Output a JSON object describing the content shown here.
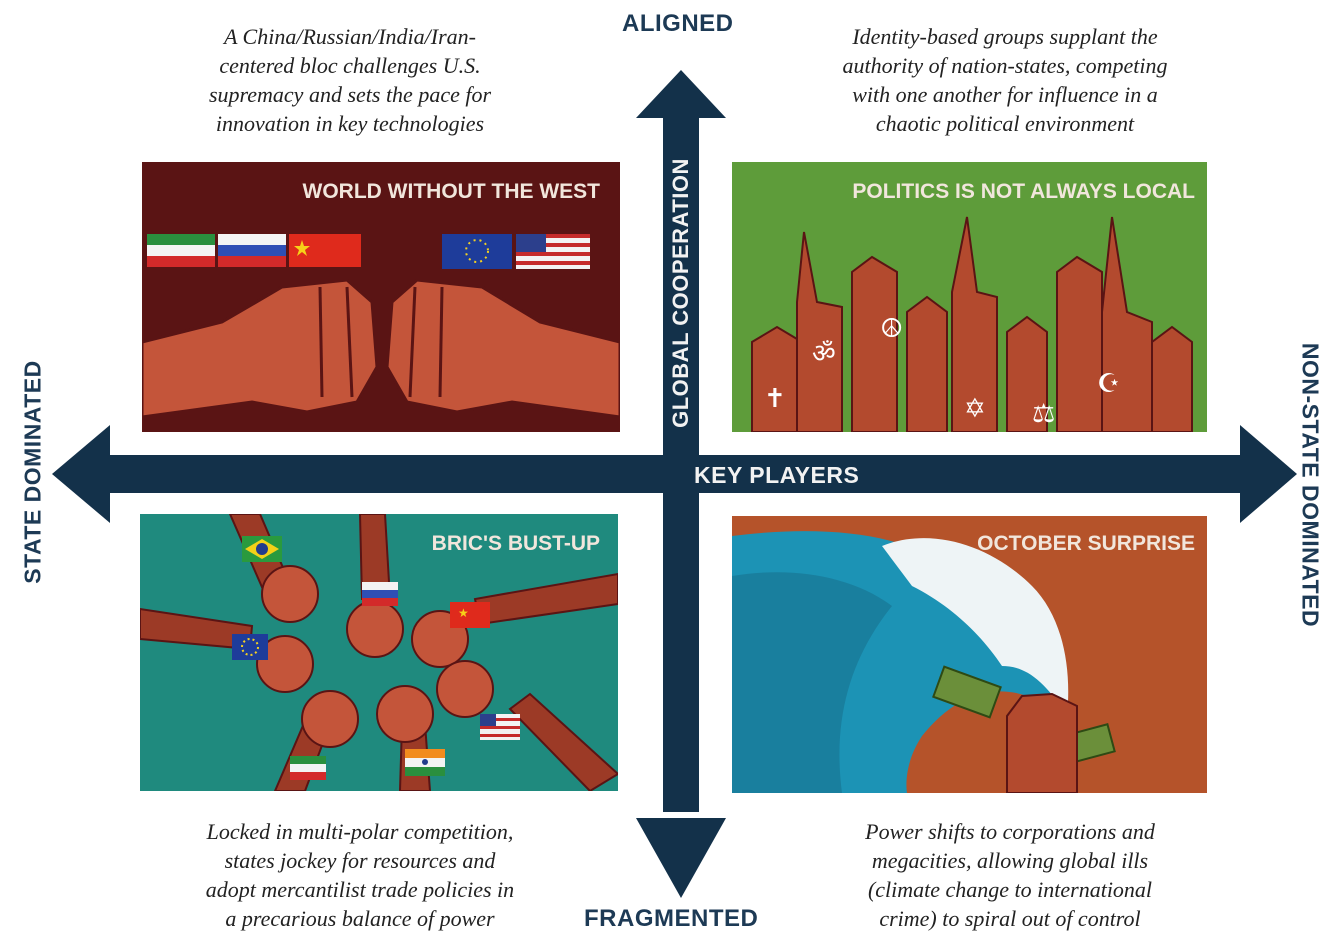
{
  "axes": {
    "top": "ALIGNED",
    "bottom": "FRAGMENTED",
    "left": "STATE DOMINATED",
    "right": "NON-STATE DOMINATED",
    "vertical_axis_label": "GLOBAL COOPERATION",
    "horizontal_axis_label": "KEY PLAYERS"
  },
  "quadrants": {
    "top_left": {
      "title": "WORLD WITHOUT THE WEST",
      "caption": "A China/Russian/India/Iran-\ncentered bloc challenges U.S.\nsupremacy and sets the pace for\ninnovation in key technologies",
      "bg": "#5a1414"
    },
    "top_right": {
      "title": "POLITICS IS NOT ALWAYS LOCAL",
      "caption": "Identity-based groups supplant the\nauthority of nation-states, competing\nwith one another for influence in a\nchaotic political environment",
      "bg": "#5e9c3a"
    },
    "bottom_left": {
      "title": "BRIC'S BUST-UP",
      "caption": "Locked in multi-polar competition,\nstates jockey for resources and\nadopt mercantilist trade policies in\na precarious balance of power",
      "bg": "#1f8a7e"
    },
    "bottom_right": {
      "title": "OCTOBER SURPRISE",
      "caption": "Power shifts to corporations and\nmegacities, allowing global ills\n(climate change to international\ncrime) to spiral out of control",
      "bg": "#b5532a"
    }
  },
  "colors": {
    "arrow": "#13314a",
    "fist": "#c4553a",
    "fist_dark": "#5a1414",
    "label": "#1d3a55"
  },
  "icons": [
    "iran-flag-icon",
    "russia-flag-icon",
    "china-flag-icon",
    "eu-flag-icon",
    "usa-flag-icon",
    "fist-icon",
    "wave-icon",
    "money-icon"
  ]
}
